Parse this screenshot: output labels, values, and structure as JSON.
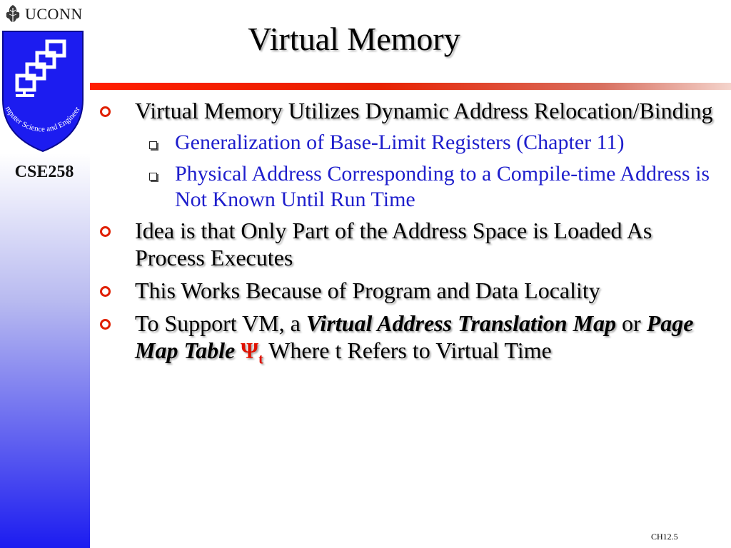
{
  "sidebar": {
    "brand": "UCONN",
    "logo_text": "Computer Science and Engineering",
    "course": "CSE258"
  },
  "slide": {
    "title": "Virtual Memory",
    "bullets": [
      {
        "text": "Virtual Memory Utilizes Dynamic Address Relocation/Binding",
        "subs": [
          "Generalization of Base-Limit Registers (Chapter 11)",
          "Physical Address Corresponding to a Compile-time Address is Not Known Until Run Time"
        ]
      },
      {
        "text": "Idea is that Only Part of the Address Space is Loaded As Process Executes"
      },
      {
        "text": "This Works Because of Program and Data Locality"
      },
      {
        "parts": {
          "t1": "To Support VM, a ",
          "em1": "Virtual Address Translation Map",
          "t2": " or ",
          "em2": "Page Map Table",
          "psi": "Ψ",
          "psi_sub": "t",
          "t3": " Where t Refers to Virtual Time"
        }
      }
    ]
  },
  "footer": {
    "page": "CH12.5"
  },
  "colors": {
    "accent": "#e02000",
    "sub_text": "#1e1ecc",
    "sidebar_bottom": "#1c1cf0"
  }
}
